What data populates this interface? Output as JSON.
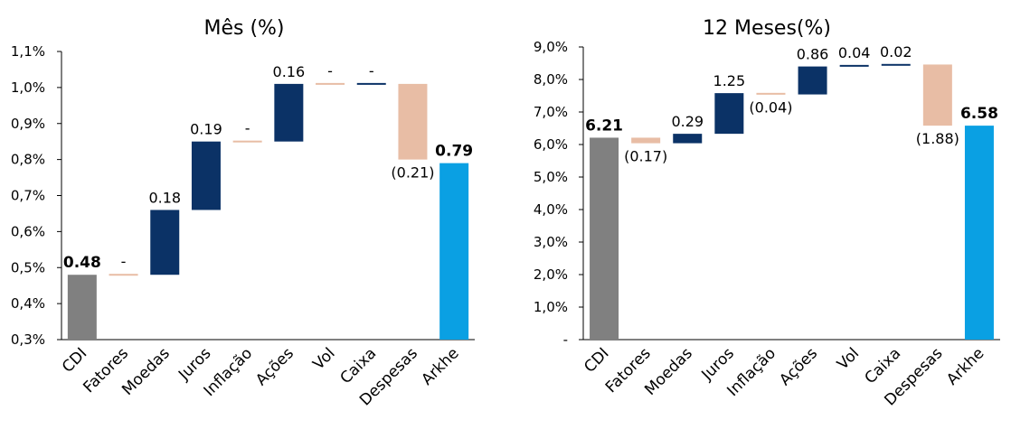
{
  "colors": {
    "total_gray": "#808080",
    "increase_navy": "#0b3266",
    "decrease_peach": "#e8bda5",
    "final_blue": "#0aa0e3",
    "axis": "#000000"
  },
  "chart_data": [
    {
      "type": "waterfall",
      "title": "Mês (%)",
      "categories": [
        "CDI",
        "Fatores",
        "Moedas",
        "Juros",
        "Inflação",
        "Ações",
        "Vol",
        "Caixa",
        "Despesas",
        "Arkhe"
      ],
      "values": [
        0.48,
        0.0,
        0.18,
        0.19,
        0.0,
        0.16,
        0.0,
        0.0,
        -0.21,
        0.79
      ],
      "kinds": [
        "total",
        "decrease",
        "increase",
        "increase",
        "decrease",
        "increase",
        "decrease",
        "increase",
        "decrease",
        "final"
      ],
      "labels": [
        "0.48",
        "-",
        "0.18",
        "0.19",
        "-",
        "0.16",
        "-",
        "-",
        "(0.21)",
        "0.79"
      ],
      "ylim": [
        0.3,
        1.1
      ],
      "yticks": [
        0.3,
        0.4,
        0.5,
        0.6,
        0.7,
        0.8,
        0.9,
        1.0,
        1.1
      ],
      "ytick_labels": [
        "0,3%",
        "0,4%",
        "0,5%",
        "0,6%",
        "0,7%",
        "0,8%",
        "0,9%",
        "1,0%",
        "1,1%"
      ],
      "grid": false,
      "legend": "none"
    },
    {
      "type": "waterfall",
      "title": "12 Meses(%)",
      "categories": [
        "CDI",
        "Fatores",
        "Moedas",
        "Juros",
        "Inflação",
        "Ações",
        "Vol",
        "Caixa",
        "Despesas",
        "Arkhe"
      ],
      "values": [
        6.21,
        -0.17,
        0.29,
        1.25,
        -0.04,
        0.86,
        0.04,
        0.02,
        -1.88,
        6.58
      ],
      "kinds": [
        "total",
        "decrease",
        "increase",
        "increase",
        "decrease",
        "increase",
        "increase",
        "increase",
        "decrease",
        "final"
      ],
      "labels": [
        "6.21",
        "(0.17)",
        "0.29",
        "1.25",
        "(0.04)",
        "0.86",
        "0.04",
        "0.02",
        "(1.88)",
        "6.58"
      ],
      "ylim": [
        0,
        9
      ],
      "yticks": [
        0,
        1,
        2,
        3,
        4,
        5,
        6,
        7,
        8,
        9
      ],
      "ytick_labels": [
        "-",
        "1,0%",
        "2,0%",
        "3,0%",
        "4,0%",
        "5,0%",
        "6,0%",
        "7,0%",
        "8,0%",
        "9,0%"
      ],
      "grid": false,
      "legend": "none"
    }
  ]
}
